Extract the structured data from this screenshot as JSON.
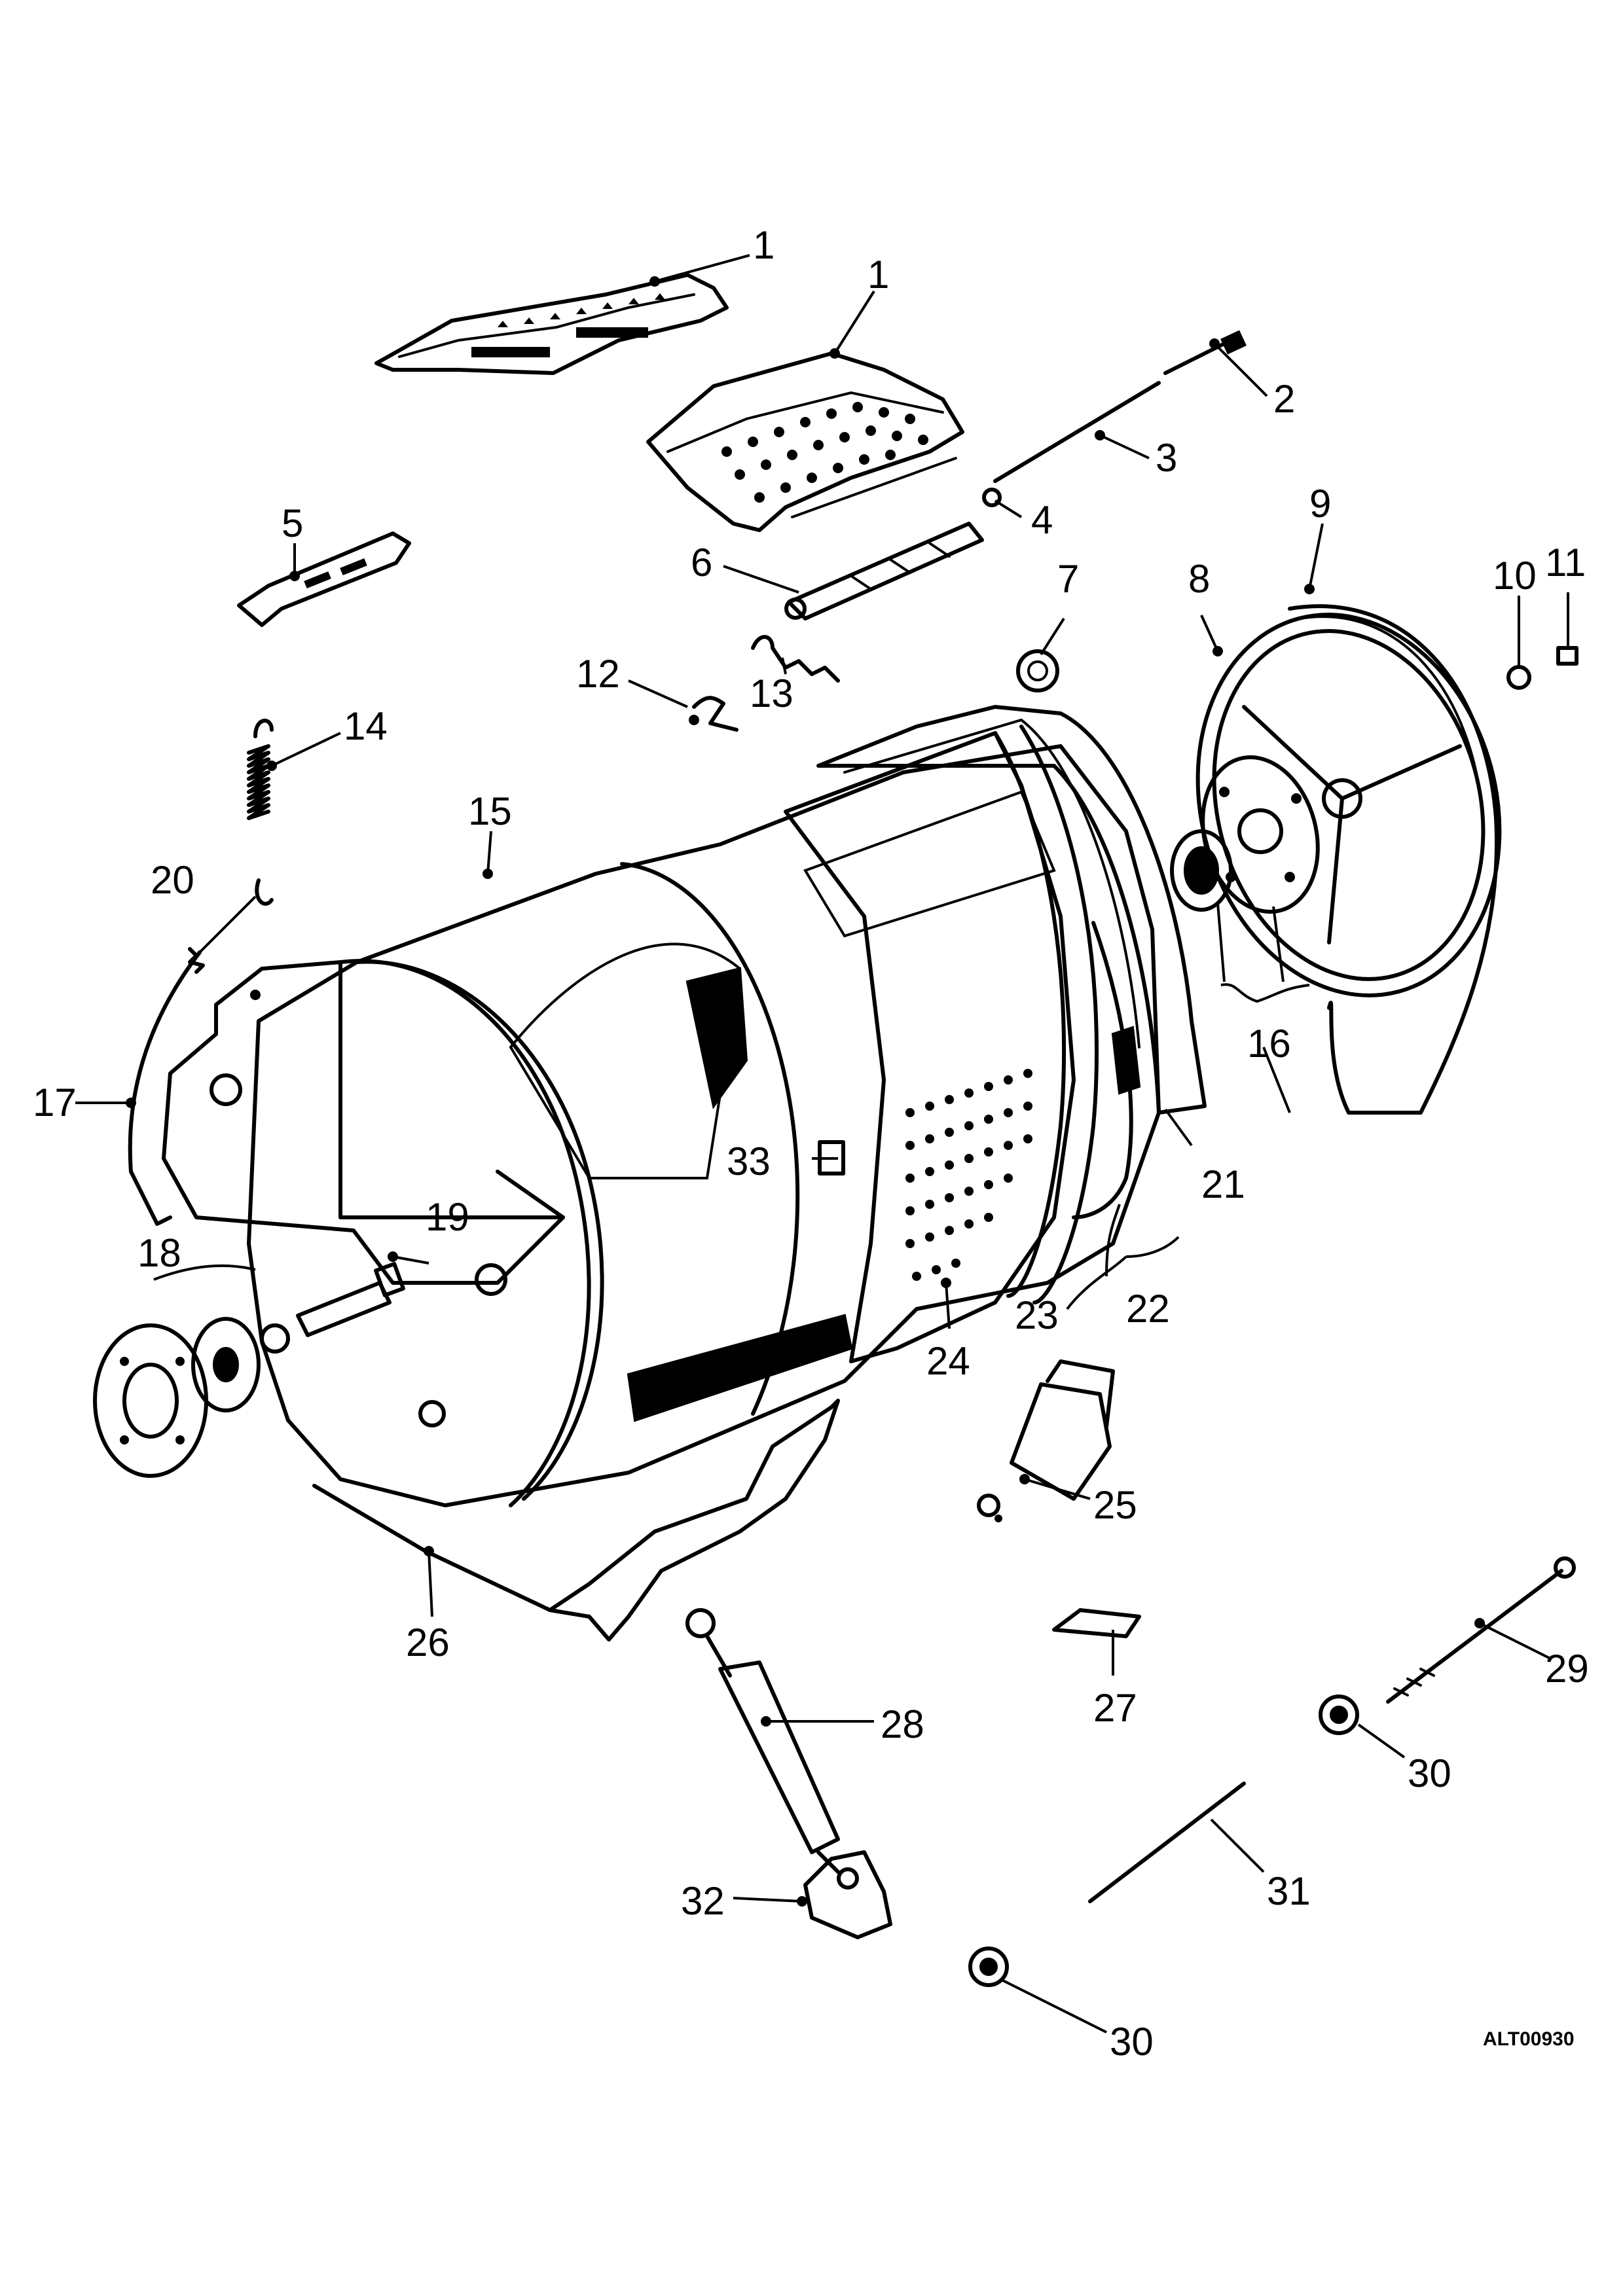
{
  "drawing_ref": "ALT00930",
  "callouts": [
    {
      "id": "1a",
      "label": "1"
    },
    {
      "id": "1b",
      "label": "1"
    },
    {
      "id": "2",
      "label": "2"
    },
    {
      "id": "3",
      "label": "3"
    },
    {
      "id": "4",
      "label": "4"
    },
    {
      "id": "5",
      "label": "5"
    },
    {
      "id": "6",
      "label": "6"
    },
    {
      "id": "7",
      "label": "7"
    },
    {
      "id": "8",
      "label": "8"
    },
    {
      "id": "9",
      "label": "9"
    },
    {
      "id": "10",
      "label": "10"
    },
    {
      "id": "11",
      "label": "11"
    },
    {
      "id": "12",
      "label": "12"
    },
    {
      "id": "13",
      "label": "13"
    },
    {
      "id": "14",
      "label": "14"
    },
    {
      "id": "15",
      "label": "15"
    },
    {
      "id": "16",
      "label": "16"
    },
    {
      "id": "17",
      "label": "17"
    },
    {
      "id": "18",
      "label": "18"
    },
    {
      "id": "19",
      "label": "19"
    },
    {
      "id": "20",
      "label": "20"
    },
    {
      "id": "21",
      "label": "21"
    },
    {
      "id": "22",
      "label": "22"
    },
    {
      "id": "23",
      "label": "23"
    },
    {
      "id": "24",
      "label": "24"
    },
    {
      "id": "25",
      "label": "25"
    },
    {
      "id": "26",
      "label": "26"
    },
    {
      "id": "27",
      "label": "27"
    },
    {
      "id": "28",
      "label": "28"
    },
    {
      "id": "29",
      "label": "29"
    },
    {
      "id": "30a",
      "label": "30"
    },
    {
      "id": "30b",
      "label": "30"
    },
    {
      "id": "31",
      "label": "31"
    },
    {
      "id": "32",
      "label": "32"
    },
    {
      "id": "33",
      "label": "33"
    }
  ]
}
